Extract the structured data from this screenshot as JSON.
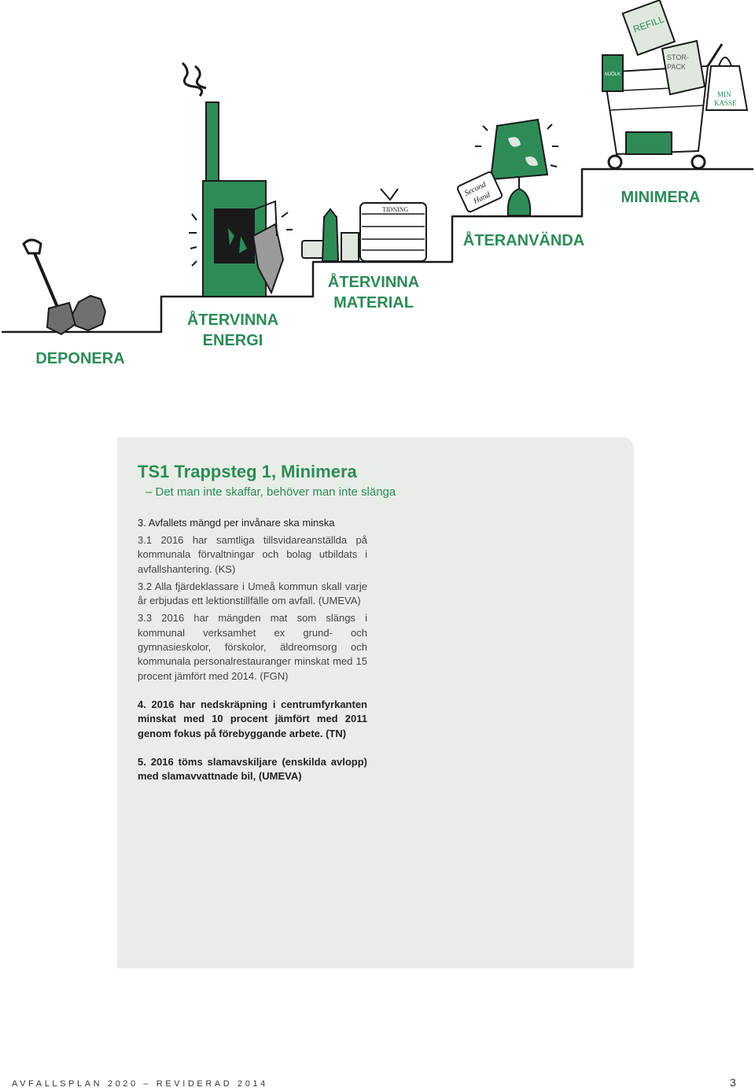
{
  "steps": {
    "deponera": "DEPONERA",
    "atervinna_energi_1": "ÅTERVINNA",
    "atervinna_energi_2": "ENERGI",
    "atervinna_material_1": "ÅTERVINNA",
    "atervinna_material_2": "MATERIAL",
    "ateranvanda": "ÅTERANVÄNDA",
    "minimera": "MINIMERA"
  },
  "illustration_labels": {
    "refill": "REFILL",
    "storpack_1": "STOR-",
    "storpack_2": "PACK",
    "min_kasse_1": "MIN",
    "min_kasse_2": "KASSE",
    "second_hand_1": "Second",
    "second_hand_2": "Hand",
    "tidning": "TIDNING",
    "mjolk": "MJÖLK"
  },
  "colors": {
    "accent_green": "#2e8b57",
    "panel_bg": "#e8ede7"
  },
  "panel": {
    "title": "TS1 Trappsteg 1, Minimera",
    "subtitle": "– Det man inte skaffar, behöver man inte slänga",
    "heading": "3. Avfallets mängd per invånare ska minska",
    "item_3_1": "3.1 2016 har samtliga tillsvidareanställda på kommunala förvaltningar och bolag utbildats i avfallshantering. (KS)",
    "item_3_2": "3.2 Alla fjärdeklassare i Umeå kommun skall varje år erbjudas ett lektionstillfälle om avfall. (UMEVA)",
    "item_3_3": "3.3 2016 har mängden mat som slängs i kommunal verksamhet ex grund- och gymnasieskolor, förskolor, äldreomsorg och kommunala personalrestauranger minskat med 15 procent jämfört med 2014. (FGN)",
    "item_4": "4. 2016 har nedskräpning i centrumfyrkanten minskat med 10 procent jämfört med 2011 genom fokus på förebyggande arbete. (TN)",
    "item_5": "5. 2016 töms slamavskiljare (enskilda avlopp) med slamavvattnade bil, (UMEVA)"
  },
  "footer": {
    "left": "AVFALLSPLAN 2020 – REVIDERAD 2014",
    "page": "3"
  }
}
